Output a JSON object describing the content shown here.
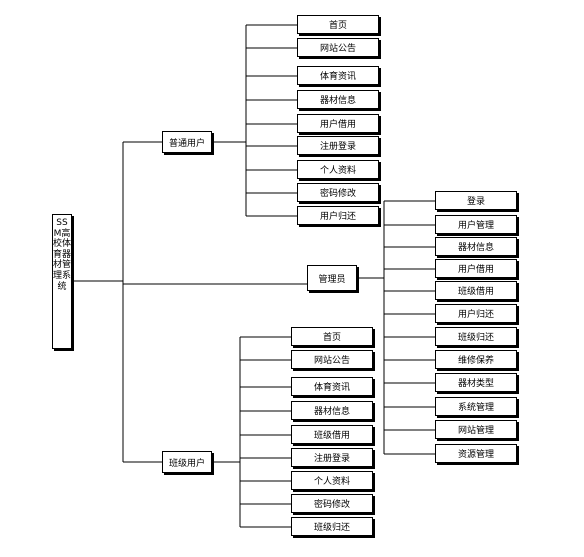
{
  "root": {
    "label": "SSM高校体育器材管理系统"
  },
  "groups": [
    {
      "label": "普通用户",
      "items": [
        "首页",
        "网站公告",
        "体育资讯",
        "器材信息",
        "用户借用",
        "注册登录",
        "个人资料",
        "密码修改",
        "用户归还"
      ]
    },
    {
      "label": "管理员",
      "items": [
        "登录",
        "用户管理",
        "器材信息",
        "用户借用",
        "班级借用",
        "用户归还",
        "班级归还",
        "维修保养",
        "器材类型",
        "系统管理",
        "网站管理",
        "资源管理"
      ]
    },
    {
      "label": "班级用户",
      "items": [
        "首页",
        "网站公告",
        "体育资讯",
        "器材信息",
        "班级借用",
        "注册登录",
        "个人资料",
        "密码修改",
        "班级归还"
      ]
    }
  ],
  "colors": {
    "line": "#000000",
    "box_border": "#000000",
    "background": "#ffffff"
  }
}
